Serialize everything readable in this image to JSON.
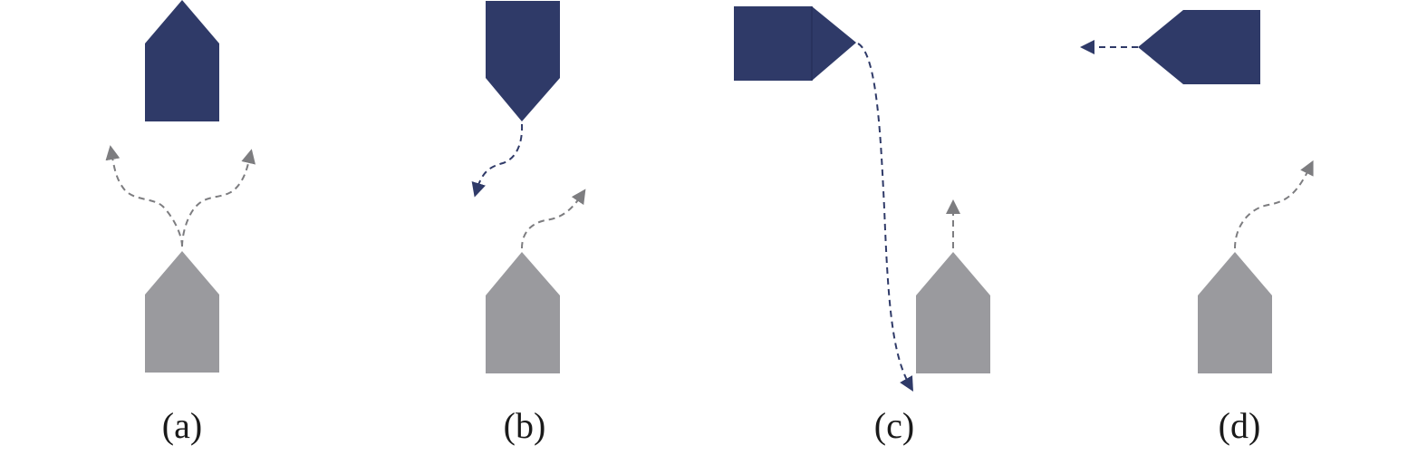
{
  "colors": {
    "ship_dark": "#2f3a68",
    "ship_gray": "#9a9a9e",
    "path_gray": "#7d7d80",
    "path_dark": "#2f3a68",
    "background": "#ffffff"
  },
  "panels": [
    {
      "id": "a",
      "caption": "(a)"
    },
    {
      "id": "b",
      "caption": "(b)"
    },
    {
      "id": "c",
      "caption": "(c)"
    },
    {
      "id": "d",
      "caption": "(d)"
    }
  ]
}
